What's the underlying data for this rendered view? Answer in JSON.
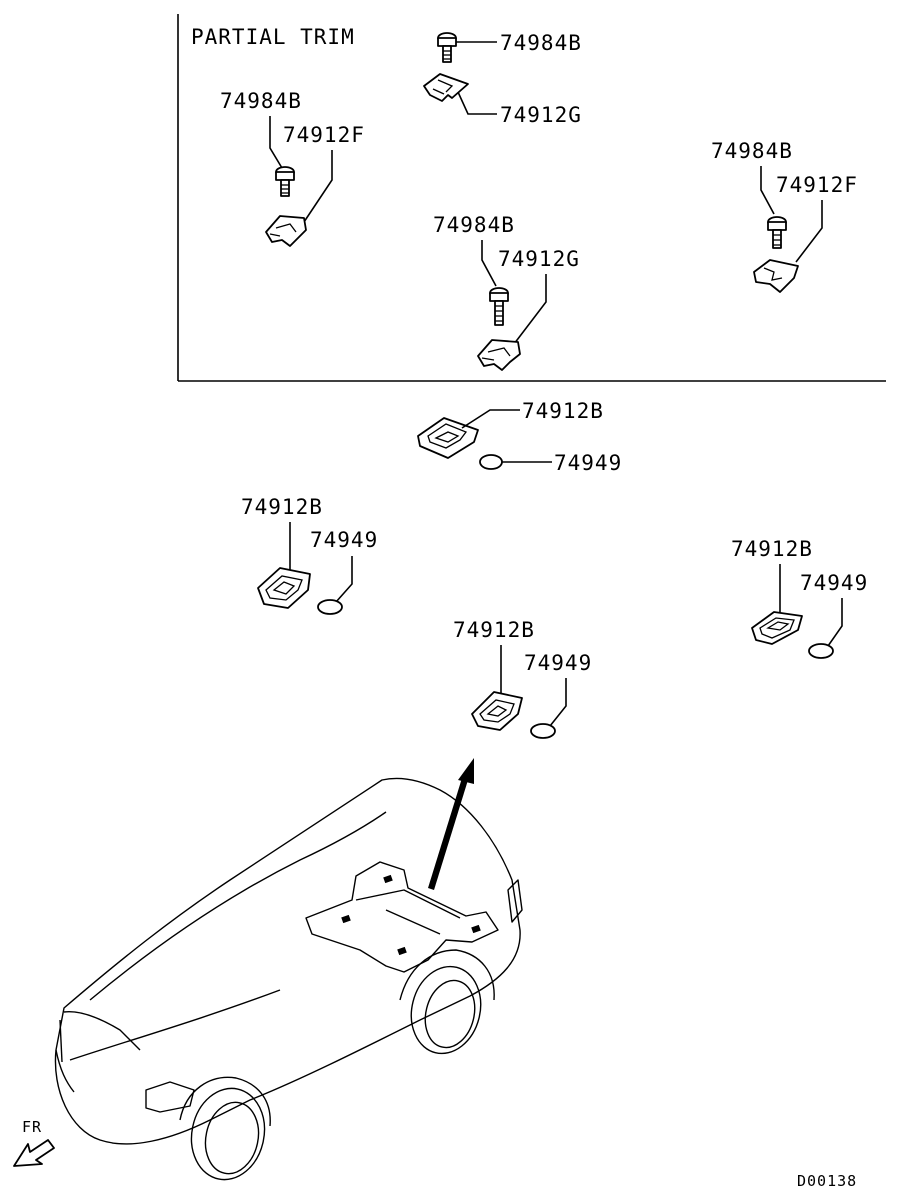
{
  "inset": {
    "title": "PARTIAL TRIM"
  },
  "labels": {
    "p_74984B": "74984B",
    "p_74912F": "74912F",
    "p_74912G": "74912G",
    "p_74912B": "74912B",
    "p_74949": "74949"
  },
  "direction": "FR",
  "diagram_id": "D00138"
}
